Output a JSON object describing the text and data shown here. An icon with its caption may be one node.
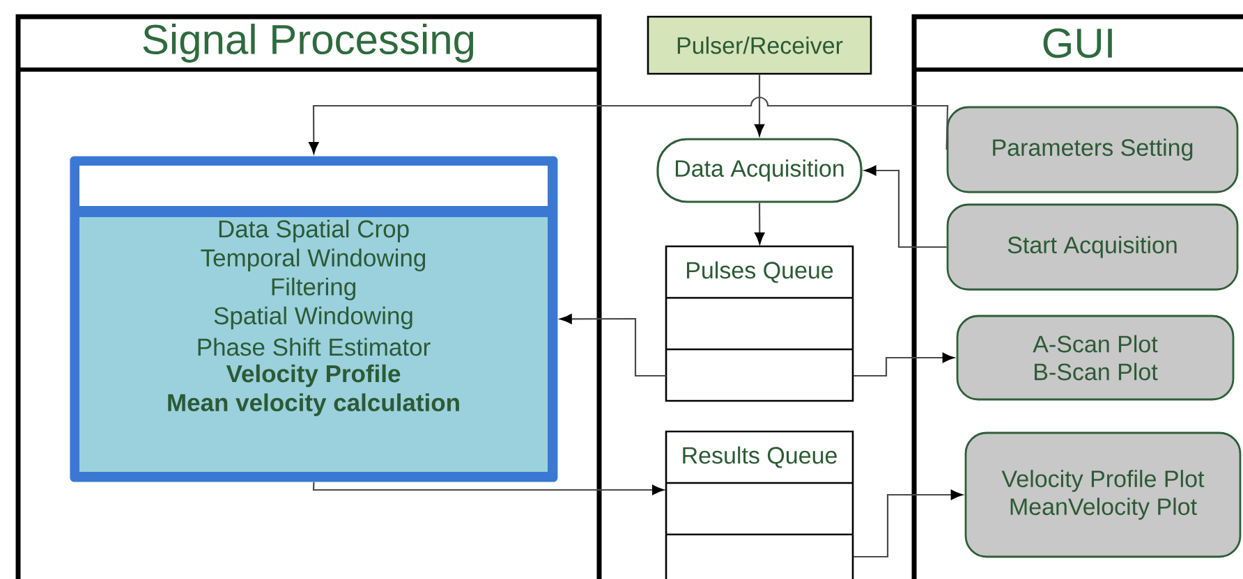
{
  "diagram": {
    "nodes": [
      {
        "text": [
          "Signal Processing"
        ]
      },
      {
        "text": [
          "Data Spatial Crop",
          "Temporal Windowing",
          "Filtering",
          "Spatial Windowing",
          "Phase Shift Estimator",
          "Velocity Profile",
          "Mean velocity calculation"
        ],
        "in": 0
      },
      {
        "text": [
          "Pulser/Receiver"
        ]
      },
      {
        "text": [
          "Data Acquisition"
        ]
      },
      {
        "text": [
          "Pulses Queue"
        ]
      },
      {
        "text": [
          "Results Queue"
        ]
      },
      {
        "text": [
          "GUI"
        ]
      },
      {
        "text": [
          "Parameters Setting"
        ],
        "in": 6
      },
      {
        "text": [
          "Start Acquisition"
        ],
        "in": 6
      },
      {
        "text": [
          "A-Scan Plot",
          "B-Scan Plot"
        ],
        "in": 6
      },
      {
        "text": [
          "Velocity Profile Plot",
          "MeanVelocity Plot"
        ],
        "in": 6
      }
    ],
    "edges": [
      {
        "from": 2,
        "to": 3,
        "arrow": "to"
      },
      {
        "from": 7,
        "to": 1,
        "arrow": "to"
      },
      {
        "from": 8,
        "to": 3,
        "arrow": "to"
      },
      {
        "from": 3,
        "to": 4,
        "arrow": "to"
      },
      {
        "from": 4,
        "to": 1,
        "arrow": "to"
      },
      {
        "from": 4,
        "to": 9,
        "arrow": "to"
      },
      {
        "from": 1,
        "to": 5,
        "arrow": "to"
      },
      {
        "from": 5,
        "to": 10,
        "arrow": "to"
      }
    ]
  }
}
